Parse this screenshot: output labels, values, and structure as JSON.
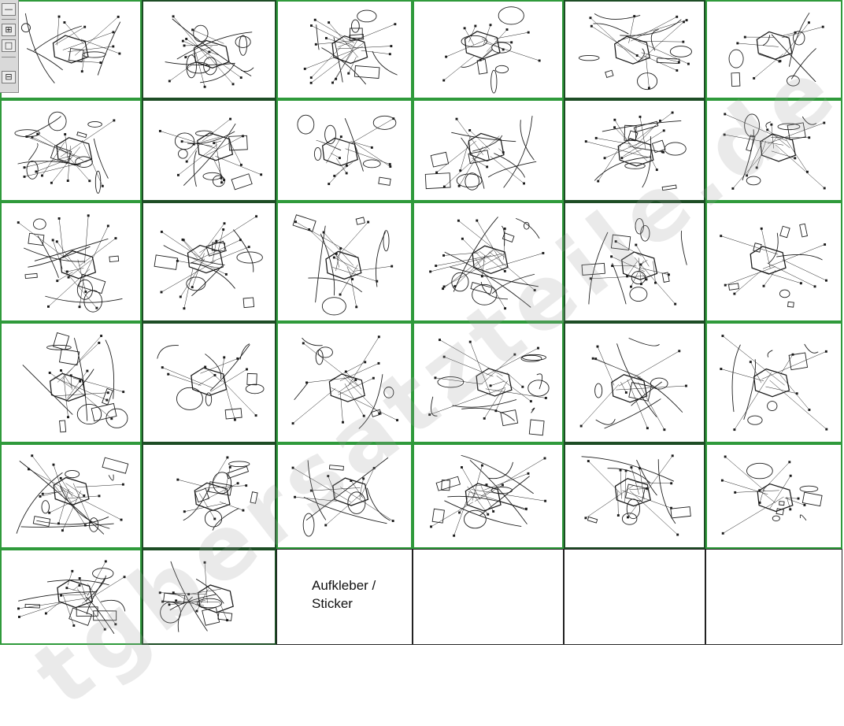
{
  "page": {
    "title": ""
  },
  "watermark": {
    "text": "tgbersatzteile.de"
  },
  "sticker_tile": {
    "label": "Aufkleber /\nSticker"
  },
  "tool_palette": {
    "items": [
      {
        "name": "collapse-tool",
        "glyph": "—"
      },
      {
        "name": "grid-view-tool",
        "glyph": "⊞"
      },
      {
        "name": "single-view-tool",
        "glyph": "□"
      },
      {
        "name": "split-view-tool",
        "glyph": "⊟"
      }
    ]
  },
  "tiles": [
    {
      "id": 1,
      "kind": "diagram",
      "filled": true
    },
    {
      "id": 2,
      "kind": "diagram",
      "filled": true
    },
    {
      "id": 3,
      "kind": "diagram",
      "filled": true
    },
    {
      "id": 4,
      "kind": "diagram",
      "filled": true
    },
    {
      "id": 5,
      "kind": "diagram",
      "filled": true
    },
    {
      "id": 6,
      "kind": "diagram",
      "filled": true
    },
    {
      "id": 7,
      "kind": "diagram",
      "filled": true
    },
    {
      "id": 8,
      "kind": "diagram",
      "filled": true
    },
    {
      "id": 9,
      "kind": "diagram",
      "filled": true
    },
    {
      "id": 10,
      "kind": "diagram",
      "filled": true
    },
    {
      "id": 11,
      "kind": "diagram",
      "filled": true
    },
    {
      "id": 12,
      "kind": "diagram",
      "filled": true
    },
    {
      "id": 13,
      "kind": "diagram",
      "filled": true
    },
    {
      "id": 14,
      "kind": "diagram",
      "filled": true
    },
    {
      "id": 15,
      "kind": "diagram",
      "filled": true
    },
    {
      "id": 16,
      "kind": "diagram",
      "filled": true
    },
    {
      "id": 17,
      "kind": "diagram",
      "filled": true
    },
    {
      "id": 18,
      "kind": "diagram",
      "filled": true
    },
    {
      "id": 19,
      "kind": "diagram",
      "filled": true
    },
    {
      "id": 20,
      "kind": "diagram",
      "filled": true
    },
    {
      "id": 21,
      "kind": "diagram",
      "filled": true
    },
    {
      "id": 22,
      "kind": "diagram",
      "filled": true
    },
    {
      "id": 23,
      "kind": "diagram",
      "filled": true
    },
    {
      "id": 24,
      "kind": "diagram",
      "filled": true
    },
    {
      "id": 25,
      "kind": "diagram",
      "filled": true
    },
    {
      "id": 26,
      "kind": "diagram",
      "filled": true
    },
    {
      "id": 27,
      "kind": "diagram",
      "filled": true
    },
    {
      "id": 28,
      "kind": "diagram",
      "filled": true
    },
    {
      "id": 29,
      "kind": "diagram",
      "filled": true
    },
    {
      "id": 30,
      "kind": "diagram",
      "filled": true
    },
    {
      "id": 31,
      "kind": "diagram",
      "filled": true
    },
    {
      "id": 32,
      "kind": "diagram",
      "filled": true
    },
    {
      "id": 33,
      "kind": "sticker",
      "filled": true
    },
    {
      "id": 34,
      "kind": "empty",
      "filled": false
    },
    {
      "id": 35,
      "kind": "empty",
      "filled": false
    },
    {
      "id": 36,
      "kind": "empty",
      "filled": false
    }
  ],
  "colors": {
    "tile_border": "#2f9a3b",
    "tile_border_dark": "#1d4d25",
    "line_art": "#1a1a1a"
  }
}
